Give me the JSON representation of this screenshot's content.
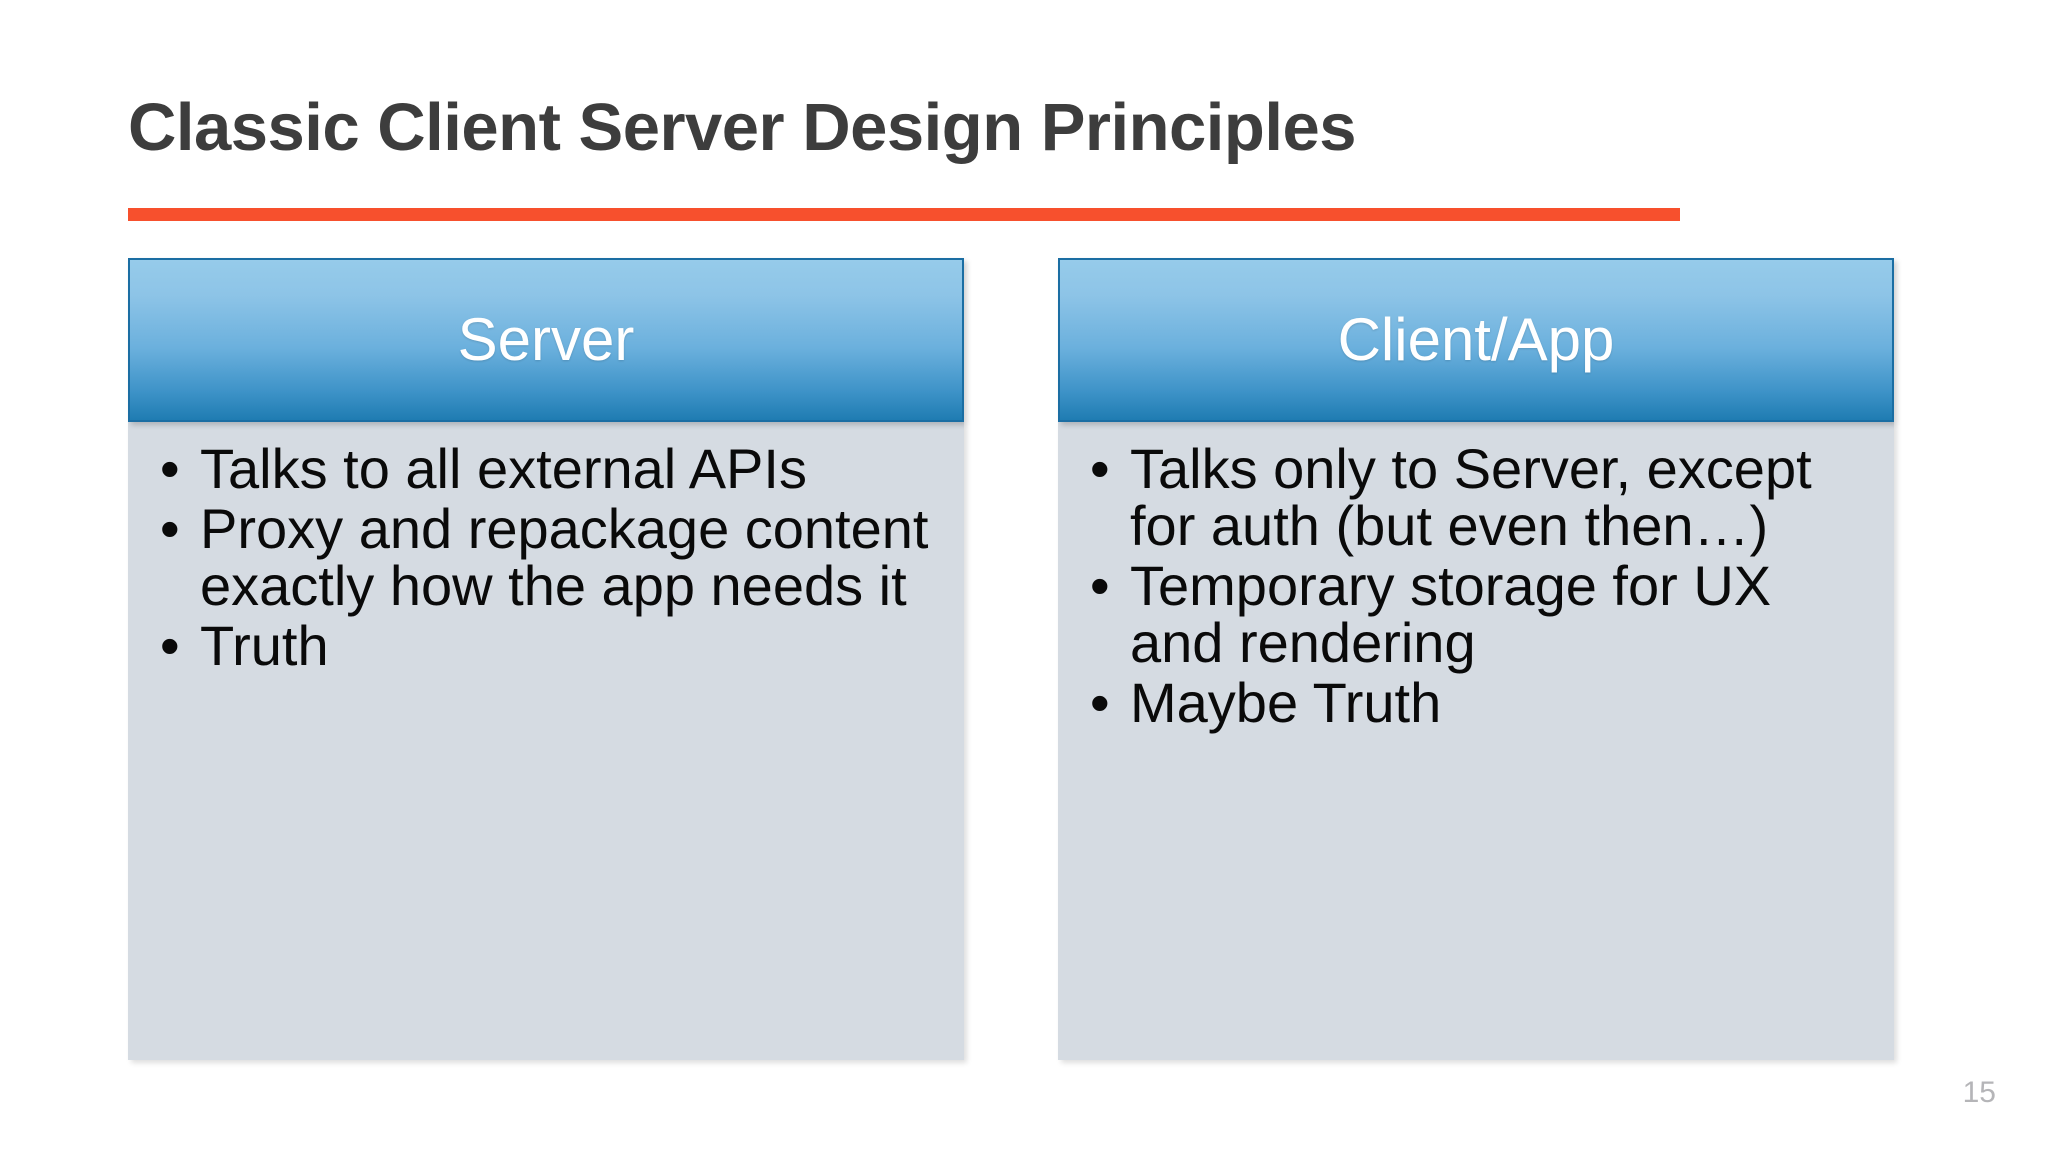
{
  "slide": {
    "title": "Classic Client Server Design Principles",
    "number": "15",
    "accent_color": "#f7502d",
    "title_color": "#3d3d3d",
    "header_gradient_top": "#96cbea",
    "header_gradient_bottom": "#1f7cb2",
    "body_fill": "#d5dbe2",
    "bullet_glyph": "•"
  },
  "columns": [
    {
      "header": "Server",
      "bullets": [
        "Talks to all external APIs",
        "Proxy and repackage content exactly how the app needs it",
        "Truth"
      ]
    },
    {
      "header": "Client/App",
      "bullets": [
        "Talks only to Server, except for auth (but even then…)",
        "Temporary storage for UX and rendering",
        "Maybe Truth"
      ]
    }
  ]
}
